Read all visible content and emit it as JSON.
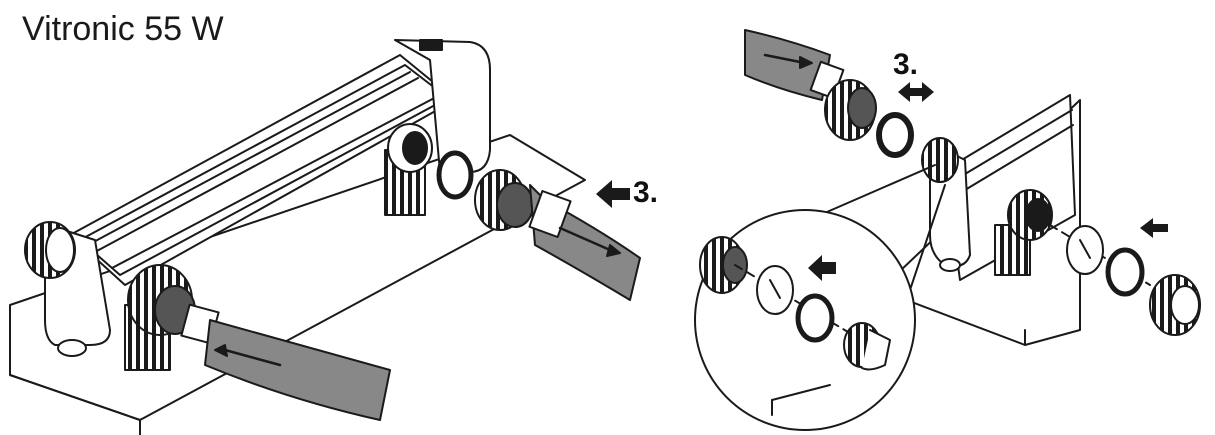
{
  "title": "Vitronic 55 W",
  "step_labels": {
    "left": "3.",
    "right": "3."
  }
}
